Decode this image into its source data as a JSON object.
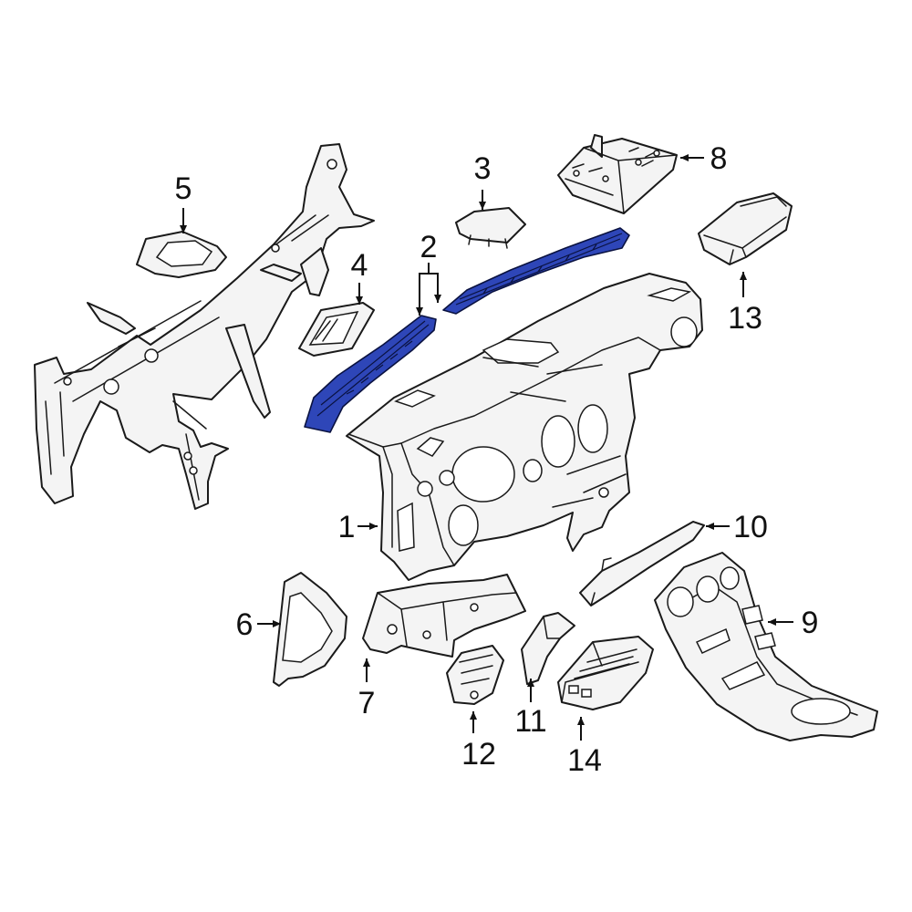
{
  "diagram": {
    "highlight_color": "#2e46b8",
    "line_color": "#1a1a1a",
    "callouts": [
      {
        "number": "1"
      },
      {
        "number": "2"
      },
      {
        "number": "3"
      },
      {
        "number": "4"
      },
      {
        "number": "5"
      },
      {
        "number": "6"
      },
      {
        "number": "7"
      },
      {
        "number": "8"
      },
      {
        "number": "9"
      },
      {
        "number": "10"
      },
      {
        "number": "11"
      },
      {
        "number": "12"
      },
      {
        "number": "13"
      },
      {
        "number": "14"
      }
    ]
  }
}
